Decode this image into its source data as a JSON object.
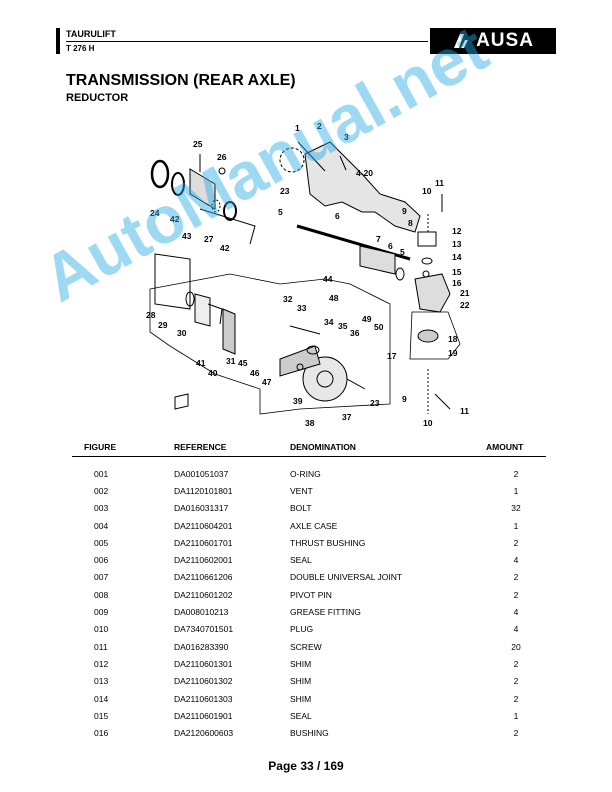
{
  "header": {
    "model": "TAURULIFT",
    "code": "T 276 H",
    "brand": "AUSA"
  },
  "title": "TRANSMISSION (REAR AXLE)",
  "subtitle": "REDUCTOR",
  "watermark": "AutoManual.net",
  "diagram": {
    "labels": [
      "1",
      "2",
      "3",
      "4-20",
      "23",
      "5",
      "6",
      "25",
      "26",
      "24",
      "42",
      "43",
      "27",
      "42",
      "7",
      "6",
      "5",
      "8",
      "9",
      "10",
      "11",
      "12",
      "13",
      "14",
      "15",
      "16",
      "21",
      "22",
      "44",
      "48",
      "28",
      "29",
      "30",
      "32",
      "33",
      "34",
      "35",
      "36",
      "49",
      "50",
      "41",
      "40",
      "31",
      "45",
      "46",
      "47",
      "39",
      "38",
      "37",
      "23",
      "17",
      "18",
      "19",
      "9",
      "10",
      "11"
    ]
  },
  "table": {
    "headers": {
      "figure": "FIGURE",
      "reference": "REFERENCE",
      "denomination": "DENOMINATION",
      "amount": "AMOUNT"
    },
    "rows": [
      {
        "figure": "001",
        "reference": "DA001051037",
        "denomination": "O-RING",
        "amount": "2"
      },
      {
        "figure": "002",
        "reference": "DA1120101801",
        "denomination": "VENT",
        "amount": "1"
      },
      {
        "figure": "003",
        "reference": "DA016031317",
        "denomination": "BOLT",
        "amount": "32"
      },
      {
        "figure": "004",
        "reference": "DA2110604201",
        "denomination": "AXLE CASE",
        "amount": "1"
      },
      {
        "figure": "005",
        "reference": "DA2110601701",
        "denomination": "THRUST BUSHING",
        "amount": "2"
      },
      {
        "figure": "006",
        "reference": "DA2110602001",
        "denomination": "SEAL",
        "amount": "4"
      },
      {
        "figure": "007",
        "reference": "DA2110661206",
        "denomination": "DOUBLE UNIVERSAL JOINT",
        "amount": "2"
      },
      {
        "figure": "008",
        "reference": "DA2110601202",
        "denomination": "PIVOT PIN",
        "amount": "2"
      },
      {
        "figure": "009",
        "reference": "DA008010213",
        "denomination": "GREASE FITTING",
        "amount": "4"
      },
      {
        "figure": "010",
        "reference": "DA7340701501",
        "denomination": "PLUG",
        "amount": "4"
      },
      {
        "figure": "011",
        "reference": "DA016283390",
        "denomination": "SCREW",
        "amount": "20"
      },
      {
        "figure": "012",
        "reference": "DA2110601301",
        "denomination": "SHIM",
        "amount": "2"
      },
      {
        "figure": "013",
        "reference": "DA2110601302",
        "denomination": "SHIM",
        "amount": "2"
      },
      {
        "figure": "014",
        "reference": "DA2110601303",
        "denomination": "SHIM",
        "amount": "2"
      },
      {
        "figure": "015",
        "reference": "DA2110601901",
        "denomination": "SEAL",
        "amount": "1"
      },
      {
        "figure": "016",
        "reference": "DA2120600603",
        "denomination": "BUSHING",
        "amount": "2"
      }
    ]
  },
  "footer": {
    "page": "Page 33 / 169"
  }
}
